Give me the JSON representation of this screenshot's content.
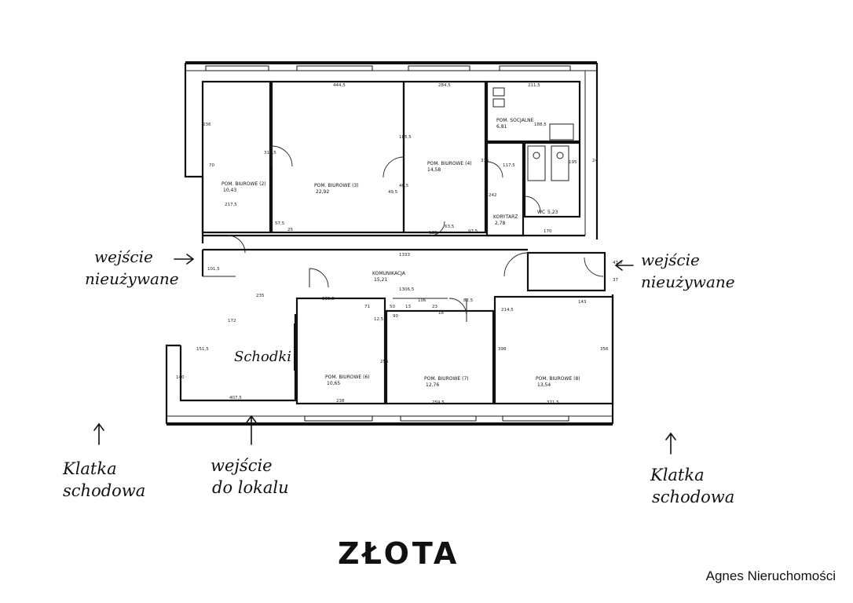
{
  "rooms": {
    "biuro2": {
      "name": "POM. BIUROWE (2)",
      "area": "10,43"
    },
    "biuro3": {
      "name": "POM. BIUROWE (3)",
      "area": "22,92"
    },
    "biuro4": {
      "name": "POM. BIUROWE (4)",
      "area": "14,58"
    },
    "socjalne": {
      "name": "POM. SOCJALNE",
      "area": "6,81"
    },
    "korytarz": {
      "name": "KORYTARZ",
      "area": "2,78"
    },
    "wc": {
      "name": "WC",
      "area": "5,23"
    },
    "komunikacja": {
      "name": "KOMUNIKACJA",
      "area": "15,21"
    },
    "biuro6": {
      "name": "POM. BIUROWE (6)",
      "area": "10,65"
    },
    "biuro7": {
      "name": "POM. BIUROWE (7)",
      "area": "12,76"
    },
    "biuro8": {
      "name": "POM. BIUROWE (8)",
      "area": "13,54"
    }
  },
  "dimensions": {
    "d1": "444,5",
    "d2": "284,5",
    "d3": "211,5",
    "d4": "236",
    "d5": "70",
    "d6": "217,5",
    "d7": "57,5",
    "d8": "25",
    "d9": "1333",
    "d10": "1306,5",
    "d11": "235",
    "d12": "172",
    "d13": "151,5",
    "d14": "140",
    "d15": "407,5",
    "d16": "235,5",
    "d17": "238",
    "d18": "259,5",
    "d19": "371,5",
    "d20": "214,5",
    "d21": "143",
    "d22": "356",
    "d23": "398",
    "d24": "106",
    "d25": "90",
    "d26": "82,5",
    "d27": "188,5",
    "d28": "170",
    "d29": "242",
    "d30": "315",
    "d31": "97,5",
    "d32": "49,5",
    "d33": "63,5",
    "d34": "125",
    "d35": "195",
    "d36": "117,5",
    "d37": "24",
    "d38": "37",
    "d39": "43,5",
    "d40": "12,5",
    "d41": "50",
    "d42": "71",
    "d43": "23",
    "d44": "13",
    "d45": "18",
    "d46": "40,5",
    "d47": "101,5",
    "d48": "185,5",
    "d49": "255",
    "d50": "313,5"
  },
  "annotations": {
    "left_unused_line1": "wejście",
    "left_unused_line2": "nieużywane",
    "right_unused_line1": "wejście",
    "right_unused_line2": "nieużywane",
    "stairs": "Schodki",
    "stairwell_left_line1": "Klatka",
    "stairwell_left_line2": "schodowa",
    "entrance_line1": "wejście",
    "entrance_line2": "do lokalu",
    "stairwell_right_line1": "Klatka",
    "stairwell_right_line2": "schodowa",
    "street": "ZŁOTA"
  },
  "credit": "Agnes Nieruchomości"
}
